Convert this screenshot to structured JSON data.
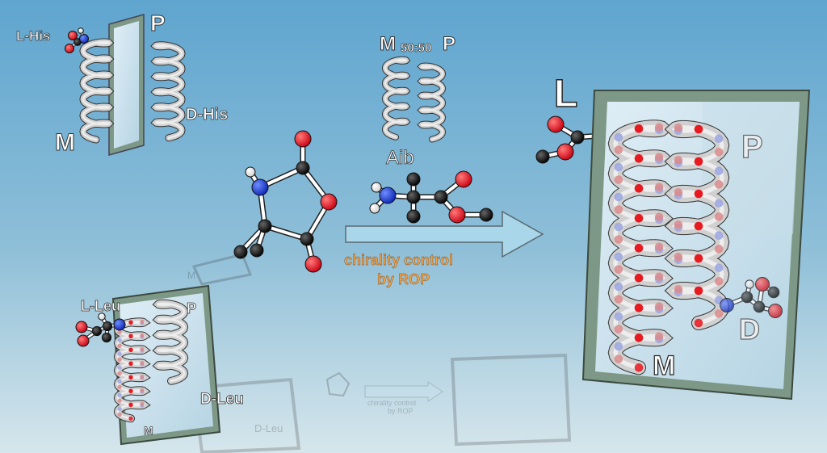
{
  "labels": {
    "top_left_L": "L-His",
    "top_left_P": "P",
    "top_left_D": "D-His",
    "top_left_M": "M",
    "top_mid_M": "M",
    "top_mid_ratio": "50:50",
    "top_mid_P": "P",
    "monomer": "Aib",
    "arrow_line1": "chirality control",
    "arrow_line2": "by ROP",
    "big_L": "L",
    "big_P": "P",
    "big_D": "D",
    "big_M": "M",
    "small_L": "L-Leu",
    "small_P": "P",
    "small_D": "D-Leu",
    "small_M": "M",
    "reflect_M": "M",
    "reflect_D": "D-Leu",
    "reflect_arrow1": "chirality control",
    "reflect_arrow2": "by ROP"
  },
  "colors": {
    "bg_top": "#5fa5cf",
    "bg_bottom": "#cfe2ea",
    "frame": "#7d9886",
    "helix": "#c9c9c9",
    "oxygen": "#e8141b",
    "nitrogen": "#1437d6",
    "carbon": "#111111",
    "hydrogen": "#ffffff",
    "arrow_fill": "#a9d6e8",
    "arrow_text": "#f3a24a"
  }
}
